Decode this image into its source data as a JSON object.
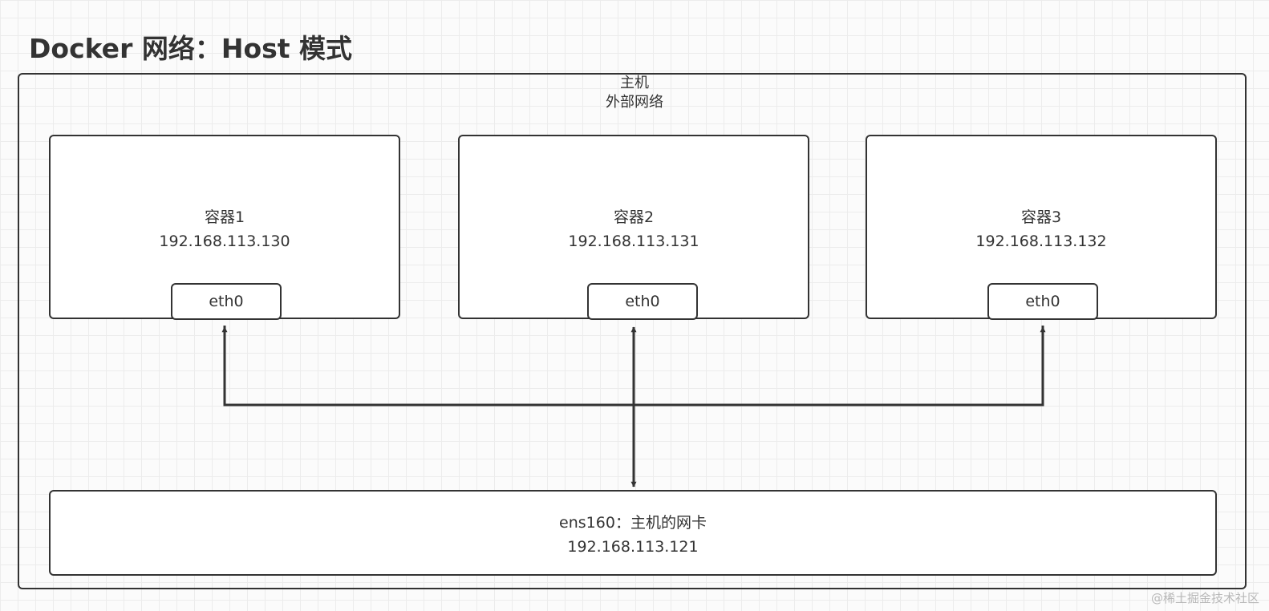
{
  "title": "Docker 网络：Host 模式",
  "host": {
    "label": "主机",
    "sublabel": "外部网络"
  },
  "containers": [
    {
      "name": "容器1",
      "ip": "192.168.113.130",
      "interface": "eth0"
    },
    {
      "name": "容器2",
      "ip": "192.168.113.131",
      "interface": "eth0"
    },
    {
      "name": "容器3",
      "ip": "192.168.113.132",
      "interface": "eth0"
    }
  ],
  "host_nic": {
    "label": "ens160：主机的网卡",
    "ip": "192.168.113.121"
  },
  "watermark": "@稀土掘金技术社区",
  "colors": {
    "stroke": "#333333",
    "grid": "#ececec",
    "background": "#fbfbfb"
  }
}
